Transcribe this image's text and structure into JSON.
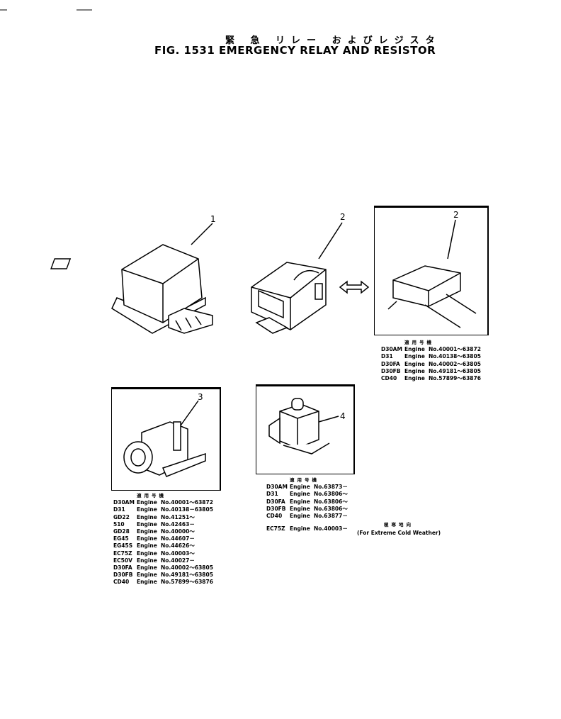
{
  "figure": {
    "title_jp": "緊 急 リレー およびレジスタ",
    "title_en": "FIG. 1531  EMERGENCY RELAY AND RESISTOR"
  },
  "callouts": [
    "1",
    "2",
    "2",
    "3",
    "4"
  ],
  "tables": {
    "resistor": {
      "header": "適用号機",
      "rows": [
        [
          "D30AM",
          "Engine",
          "No.40001～63872"
        ],
        [
          "D31",
          "Engine",
          "No.40138～63805"
        ],
        [
          "D30FA",
          "Engine",
          "No.40002～63805"
        ],
        [
          "D30FB",
          "Engine",
          "No.49181～63805"
        ],
        [
          "CD40",
          "Engine",
          "No.57899～63876"
        ]
      ]
    },
    "relay3": {
      "header": "適用号機",
      "rows": [
        [
          "D30AM",
          "Engine",
          "No.40001～63872"
        ],
        [
          "D31",
          "Engine",
          "No.40138－63805"
        ],
        [
          "GD22",
          "Engine",
          "No.41251～"
        ],
        [
          "510",
          "Engine",
          "No.42463－"
        ],
        [
          "GD28",
          "Engine",
          "No.40000～"
        ],
        [
          "EG45",
          "Engine",
          "No.44607－"
        ],
        [
          "EG45S",
          "Engine",
          "No.44626～"
        ],
        [
          "EC75Z",
          "Engine",
          "No.40003～"
        ],
        [
          "EC50V",
          "Engine",
          "No.40027－"
        ],
        [
          "D30FA",
          "Engine",
          "No.40002～63805"
        ],
        [
          "D30FB",
          "Engine",
          "No.49181～63805"
        ],
        [
          "CD40",
          "Engine",
          "No.57899～63876"
        ]
      ]
    },
    "relay4": {
      "header": "適用号機",
      "rows": [
        [
          "D30AM",
          "Engine",
          "No.63873－"
        ],
        [
          "D31",
          "Engine",
          "No.63806～"
        ],
        [
          "D30FA",
          "Engine",
          "No.63806～"
        ],
        [
          "D30FB",
          "Engine",
          "No.63806～"
        ],
        [
          "CD40",
          "Engine",
          "No.63877－"
        ]
      ],
      "extra_row": [
        "EC75Z",
        "Engine",
        "No.40003－"
      ]
    },
    "cold": {
      "header": "極寒地向",
      "note": "(For Extreme Cold Weather)"
    }
  }
}
